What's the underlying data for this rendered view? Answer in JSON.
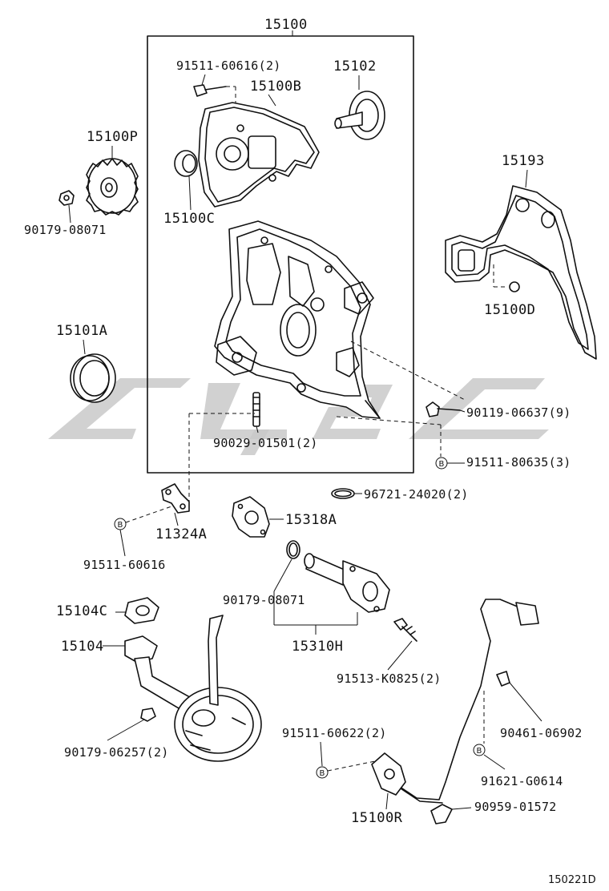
{
  "diagram_code": "150221D",
  "watermark_text": "",
  "marker_letter": "B",
  "labels": {
    "assy_15100": "15100",
    "bolt_91511_60616_2": "91511-60616(2)",
    "cover_15100B": "15100B",
    "rotor_15102": "15102",
    "gear_15100P": "15100P",
    "nut_90179_08071": "90179-08071",
    "seal_15100C": "15100C",
    "gasket_15193": "15193",
    "plug_15100D": "15100D",
    "seal_15101A": "15101A",
    "bolt_90119_06637_9": "90119-06637(9)",
    "stud_90029_01501_2": "90029-01501(2)",
    "bolt_91511_80635_3": "91511-80635(3)",
    "ring_96721_24020_2": "96721-24020(2)",
    "bracket_11324A": "11324A",
    "gasket_15318A": "15318A",
    "bolt_91511_60616": "91511-60616",
    "oring_90179_08071": "90179-08071",
    "valve_15310H": "15310H",
    "gasket_15104C": "15104C",
    "strainer_15104": "15104",
    "bolt_91513_K0825_2": "91513-K0825(2)",
    "nut_90179_06257_2": "90179-06257(2)",
    "bolt_91511_60622_2": "91511-60622(2)",
    "clamp_90461_06902": "90461-06902",
    "bolt_91621_G0614": "91621-G0614",
    "sensor_15100R": "15100R",
    "clamp_90959_01572": "90959-01572"
  },
  "colors": {
    "line": "#111111",
    "watermark": "#c9c9c9",
    "background": "#ffffff"
  }
}
